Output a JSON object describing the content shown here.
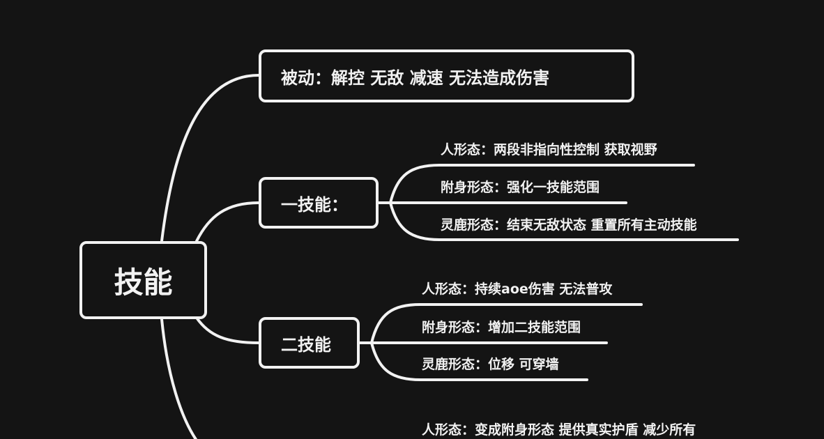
{
  "colors": {
    "background": "#141414",
    "foreground": "#f2f2f2"
  },
  "root": {
    "label": "技能"
  },
  "passive": {
    "label": "被动：解控  无敌  减速  无法造成伤害"
  },
  "skill1": {
    "label": "一技能：",
    "items": [
      "人形态：两段非指向性控制  获取视野",
      "附身形态：强化一技能范围",
      "灵鹿形态：结束无敌状态  重置所有主动技能"
    ]
  },
  "skill2": {
    "label": "二技能",
    "items": [
      "人形态：持续aoe伤害  无法普攻",
      "附身形态：增加二技能范围",
      "灵鹿形态：位移  可穿墙"
    ]
  },
  "skill3": {
    "items": [
      "人形态：变成附身形态  提供真实护盾  减少所有"
    ]
  }
}
